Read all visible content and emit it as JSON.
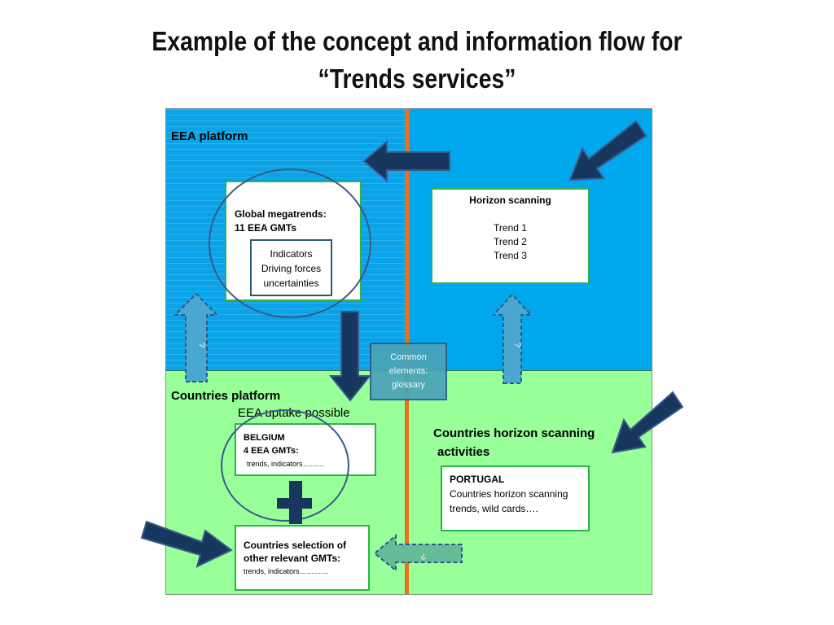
{
  "title": {
    "line1": "Example of the concept and information flow for",
    "line2": "“Trends services”"
  },
  "eea_platform": {
    "label": "EEA platform",
    "global": {
      "heading1": "Global megatrends:",
      "heading2": "11 EEA GMTs",
      "sub1": "Indicators",
      "sub2": "Driving forces",
      "sub3": "uncertainties"
    },
    "horizon": {
      "heading": "Horizon scanning",
      "trend1": "Trend 1",
      "trend2": "Trend 2",
      "trend3": "Trend 3"
    },
    "question_left": "?",
    "question_right": "?"
  },
  "common": {
    "line1": "Common",
    "line2": "elements:",
    "line3": "glossary"
  },
  "countries_platform": {
    "label": "Countries platform",
    "uptake": "EEA uptake possible",
    "belgium": {
      "line1": "BELGIUM",
      "line2": "4 EEA GMTs:",
      "line3": "trends, indicators………"
    },
    "horizon_label1": "Countries horizon scanning",
    "horizon_label2": "activities",
    "portugal": {
      "line1": "PORTUGAL",
      "line2": "Countries horizon scanning",
      "line3": "trends,  wild cards…."
    },
    "selection": {
      "line1": "Countries selection of",
      "line2": "other relevant GMTs:",
      "line3": "trends, indicators…………"
    },
    "question_bottom": "?"
  },
  "colors": {
    "eea_bg": "#0aa3e8",
    "countries_bg": "#99ff99",
    "divider": "#e8721c",
    "arrow_dark": "#17375e",
    "box_border": "#2db24a"
  }
}
